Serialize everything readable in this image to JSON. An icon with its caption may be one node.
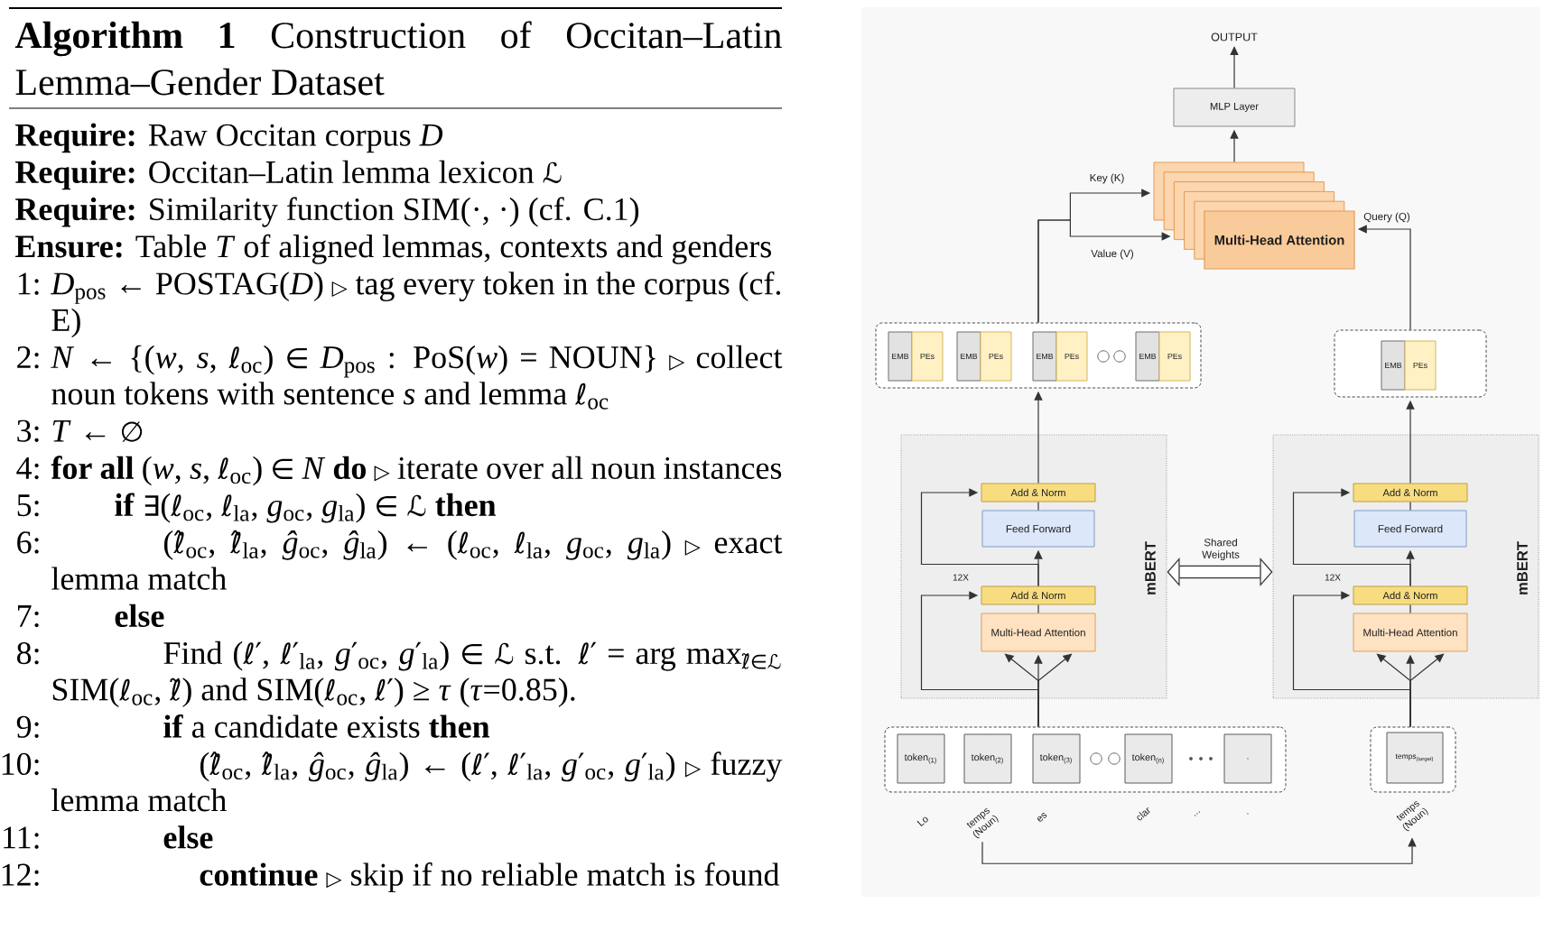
{
  "diagram": {
    "title": "**Algorithm 1** Construction of Occitan–Latin Lemma–Gender Dataset",
    "nodes": [
      {
        "text": [
          "OUTPUT"
        ]
      },
      {
        "text": [
          "MLP Layer"
        ]
      },
      {
        "text": [
          "Multi-Head Attention"
        ]
      },
      {
        "text": [],
        "shape": "box"
      },
      {
        "text": [
          "EMB"
        ],
        "in": 3
      },
      {
        "text": [
          "PEs"
        ],
        "in": 3
      },
      {
        "text": [
          "EMB"
        ],
        "in": 3
      },
      {
        "text": [
          "PEs"
        ],
        "in": 3
      },
      {
        "text": [
          "EMB"
        ],
        "in": 3
      },
      {
        "text": [
          "PEs"
        ],
        "in": 3
      },
      {
        "text": [
          "EMB"
        ],
        "in": 3
      },
      {
        "text": [
          "PEs"
        ],
        "in": 3
      },
      {
        "text": [],
        "shape": "box"
      },
      {
        "text": [
          "EMB"
        ],
        "in": 12
      },
      {
        "text": [
          "PEs"
        ],
        "in": 12
      },
      {
        "text": [
          "mBERT",
          "12X"
        ]
      },
      {
        "text": [
          "Add & Norm"
        ],
        "in": 15
      },
      {
        "text": [
          "Feed Forward"
        ],
        "in": 15
      },
      {
        "text": [
          "Add & Norm"
        ],
        "in": 15
      },
      {
        "text": [
          "Multi-Head Attention"
        ],
        "in": 15
      },
      {
        "text": [
          "mBERT",
          "12X"
        ]
      },
      {
        "text": [
          "Add & Norm"
        ],
        "in": 20
      },
      {
        "text": [
          "Feed Forward"
        ],
        "in": 20
      },
      {
        "text": [
          "Add & Norm"
        ],
        "in": 20
      },
      {
        "text": [
          "Multi-Head Attention"
        ],
        "in": 20
      },
      {
        "text": [],
        "shape": "box"
      },
      {
        "text": [
          "token$_{(1)}$"
        ],
        "in": 25
      },
      {
        "text": [
          "token$_{(2)}$"
        ],
        "in": 25
      },
      {
        "text": [
          "token$_{(3)}$"
        ],
        "in": 25
      },
      {
        "text": [
          "token$_{(n)}$"
        ],
        "in": 25
      },
      {
        "text": [
          "."
        ],
        "in": 25
      },
      {
        "text": [],
        "shape": "box"
      },
      {
        "text": [
          "temps$_{(target)}$"
        ],
        "in": 31
      },
      {
        "text": [
          "temps (Noun)"
        ]
      },
      {
        "text": [
          "temps (Noun)"
        ]
      }
    ],
    "edges": [
      {
        "from": 1,
        "to": 0,
        "arrow": "to"
      },
      {
        "from": 2,
        "to": 1,
        "arrow": "to"
      },
      {
        "from": 3,
        "to": 2,
        "arrow": "to",
        "label": "Key (K)"
      },
      {
        "from": 3,
        "to": 2,
        "arrow": "to",
        "label": "Value (V)"
      },
      {
        "from": 12,
        "to": 2,
        "arrow": "to",
        "label": "Query (Q)"
      },
      {
        "from": 16,
        "to": 3,
        "arrow": "to"
      },
      {
        "from": 21,
        "to": 12,
        "arrow": "to"
      },
      {
        "from": 19,
        "to": 18,
        "arrow": "none"
      },
      {
        "from": 18,
        "to": 17,
        "arrow": "to"
      },
      {
        "from": 17,
        "to": 16,
        "arrow": "none"
      },
      {
        "from": 18,
        "to": 16,
        "arrow": "to"
      },
      {
        "from": 25,
        "to": 18,
        "arrow": "to"
      },
      {
        "from": 25,
        "to": 19,
        "arrow": "to"
      },
      {
        "from": 25,
        "to": 19,
        "arrow": "to"
      },
      {
        "from": 25,
        "to": 19,
        "arrow": "to"
      },
      {
        "from": 24,
        "to": 23,
        "arrow": "none"
      },
      {
        "from": 23,
        "to": 22,
        "arrow": "to"
      },
      {
        "from": 22,
        "to": 21,
        "arrow": "none"
      },
      {
        "from": 23,
        "to": 21,
        "arrow": "to"
      },
      {
        "from": 31,
        "to": 23,
        "arrow": "to"
      },
      {
        "from": 31,
        "to": 24,
        "arrow": "to"
      },
      {
        "from": 31,
        "to": 24,
        "arrow": "to"
      },
      {
        "from": 31,
        "to": 24,
        "arrow": "to"
      },
      {
        "from": 15,
        "to": 20,
        "arrow": "both",
        "style": "thick",
        "label": "Shared Weights"
      },
      {
        "from": 33,
        "to": 34,
        "arrow": "to"
      }
    ],
    "labels": [
      "**Require:** Raw Occitan corpus *D*",
      "**Require:** Occitan–Latin lemma lexicon ℒ",
      "**Require:** Similarity function SIM(·, ·) (cf. C.1)",
      "**Ensure:** Table *T* of aligned lemmas, contexts and genders",
      "1:",
      "*D*$_{pos}$ ← POSTAG(*D*) ▷ tag every token in the corpus (cf. E)",
      "2:",
      "*N* ← {(*w*, *s*, ℓ$_{oc}$) ∈ *D*$_{pos}$ : PoS(*w*) = NOUN} ▷ collect noun tokens with sentence *s* and lemma ℓ$_{oc}$",
      "3:",
      "*T* ← ∅",
      "4:",
      "**for all** (*w*, *s*, ℓ$_{oc}$) ∈ *N* **do** ▷ iterate over all noun instances",
      "5:",
      "**if** ∃(ℓ$_{oc}$, ℓ$_{la}$, *g*$_{oc}$, *g*$_{la}$) ∈ ℒ **then**",
      "6:",
      "(ℓ̂$_{oc}$, ℓ̂$_{la}$, *ĝ*$_{oc}$, *ĝ*$_{la}$) ← (ℓ$_{oc}$, ℓ$_{la}$, *g*$_{oc}$, *g*$_{la}$) ▷ exact lemma match",
      "7:",
      "**else**",
      "8:",
      "Find (ℓ′, ℓ′$_{la}$, *g*′$_{oc}$, *g*′$_{la}$) ∈ ℒ s.t. ℓ′ = arg max$_{ℓ̃∈ℒ}$ SIM(ℓ$_{oc}$, ℓ̃) and SIM(ℓ$_{oc}$, ℓ′) ≥ *τ* (*τ*=0.85).",
      "9:",
      "**if** a candidate exists **then**",
      "10:",
      "(ℓ̂$_{oc}$, ℓ̂$_{la}$, *ĝ*$_{oc}$, *ĝ*$_{la}$) ← (ℓ′, ℓ′$_{la}$, *g*′$_{oc}$, *g*′$_{la}$) ▷ fuzzy lemma match",
      "11:",
      "**else**",
      "12:",
      "**continue** ▷ skip if no reliable match is found",
      "Lo",
      "es",
      "clar",
      "...",
      "."
    ]
  }
}
